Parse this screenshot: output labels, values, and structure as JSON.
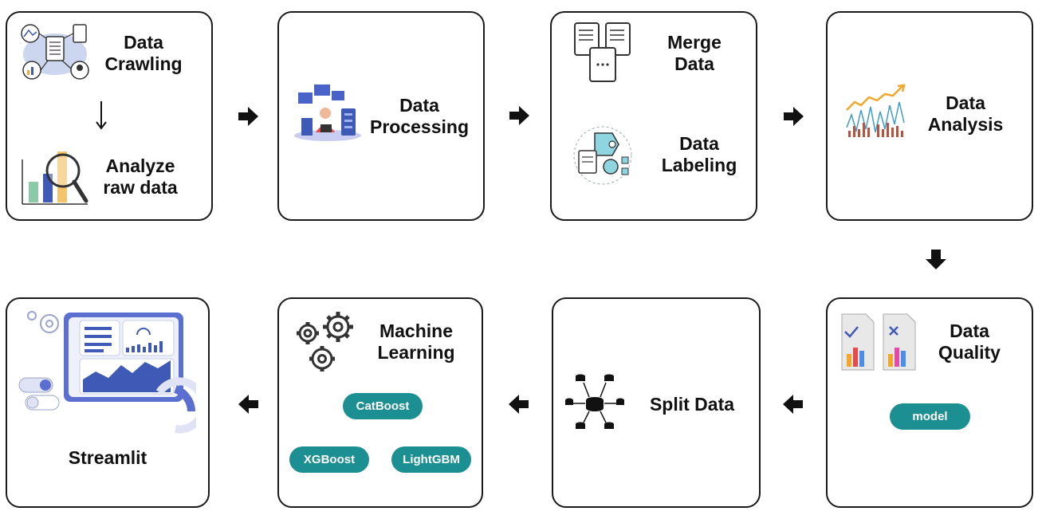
{
  "top_row": {
    "crawl": {
      "label": "Data\nCrawling",
      "analyze_label": "Analyze\nraw data"
    },
    "processing": {
      "label": "Data\nProcessing"
    },
    "merge": {
      "label": "Merge\nData",
      "labeling_label": "Data\nLabeling"
    },
    "analysis": {
      "label": "Data\nAnalysis"
    }
  },
  "bottom_row": {
    "quality": {
      "label": "Data\nQuality",
      "model_pill": "model"
    },
    "split": {
      "label": "Split Data"
    },
    "ml": {
      "label": "Machine\nLearning",
      "pills": [
        "CatBoost",
        "XGBoost",
        "LightGBM"
      ]
    },
    "streamlit": {
      "label": "Streamlit"
    }
  },
  "colors": {
    "border": "#1a1a1a",
    "pill": "#1b8f92",
    "accent_blue": "#3f59b6",
    "accent_orange": "#f2a72c"
  },
  "icons": [
    "data-crawling-icon",
    "down-arrow-icon",
    "analyze-chart-icon",
    "data-processing-icon",
    "merge-documents-icon",
    "data-labeling-icon",
    "data-analysis-chart-icon",
    "data-quality-icon",
    "split-data-icon",
    "gears-icon",
    "streamlit-dashboard-icon",
    "arrow-right-icon",
    "arrow-down-icon",
    "arrow-left-icon"
  ]
}
